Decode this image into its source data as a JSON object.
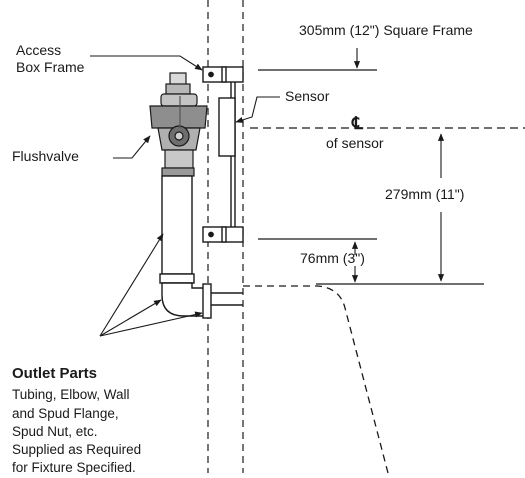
{
  "labels": {
    "access_box_frame": [
      "Access",
      "Box Frame"
    ],
    "square_frame": "305mm (12\") Square Frame",
    "sensor": "Sensor",
    "centerline_symbol": "℄",
    "of_sensor": "of sensor",
    "flushvalve": "Flushvalve",
    "dim_279": "279mm (11\")",
    "dim_76": "76mm (3\")",
    "outlet_parts_title": "Outlet Parts",
    "outlet_parts_lines": [
      "Tubing, Elbow, Wall",
      "and Spud Flange,",
      "Spud Nut, etc.",
      "Supplied as Required",
      "for Fixture Specified."
    ]
  },
  "colors": {
    "line": "#1a1a1a",
    "valve_fill": "#b8b8b8",
    "valve_dark": "#6e6e6e",
    "background": "#ffffff"
  }
}
